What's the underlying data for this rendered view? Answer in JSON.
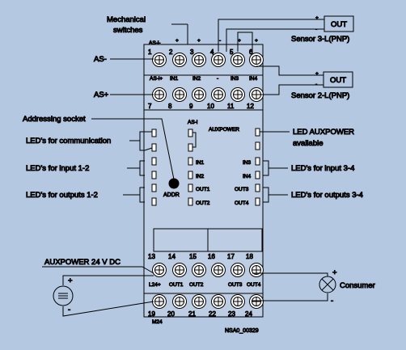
{
  "diagram": {
    "background": "#b4c8e1",
    "labels": {
      "mech_line1": "Mechanical",
      "mech_line2": "switches",
      "as_minus": "AS-",
      "as_plus": "AS+",
      "addressing_socket": "Addressing socket",
      "leds_comm": "LED's for communication",
      "leds_in12": "LED's for input 1-2",
      "leds_out12": "LED's for outputs 1-2",
      "led_aux_line1": "LED AUXPOWER",
      "led_aux_line2": "available",
      "leds_in34": "LED's for input 3-4",
      "leds_out34": "LED's for outputs 3-4",
      "sensor3": "Sensor 3-L(PNP)",
      "sensor2": "Sensor 2-L(PNP)",
      "out_box": "OUT",
      "auxpower": "AUXPOWER 24 V DC",
      "consumer": "Consumer",
      "drawing_no": "NSA0_00329"
    },
    "module": {
      "top_labels": [
        "AS-i-",
        "+",
        "+",
        "-",
        "+",
        "+"
      ],
      "top_numbers": [
        "1",
        "2",
        "3",
        "4",
        "5",
        "6"
      ],
      "row2_labels": [
        "AS-i+",
        "IN1",
        "IN2",
        "-",
        "IN3",
        "IN4"
      ],
      "row2_numbers": [
        "7",
        "8",
        "9",
        "10",
        "11",
        "12"
      ],
      "asi_label": "AS-i",
      "auxpower_label": "AUXPOWER",
      "in_left": [
        "IN1",
        "IN2"
      ],
      "in_right": [
        "IN3",
        "IN4"
      ],
      "out_left": [
        "OUT1",
        "OUT2"
      ],
      "out_right": [
        "OUT3",
        "OUT4"
      ],
      "addr": "ADDR",
      "bottom_numbers_top": [
        "13",
        "14",
        "15",
        "16",
        "17",
        "18"
      ],
      "bottom_labels_top": [
        "L24+",
        "OUT1",
        "OUT2",
        "",
        "OUT3",
        "OUT4"
      ],
      "bottom_numbers_bottom": [
        "19",
        "20",
        "21",
        "22",
        "23",
        "24"
      ],
      "m24": "M24"
    },
    "polarity": {
      "plus": "+",
      "minus": "-"
    }
  }
}
